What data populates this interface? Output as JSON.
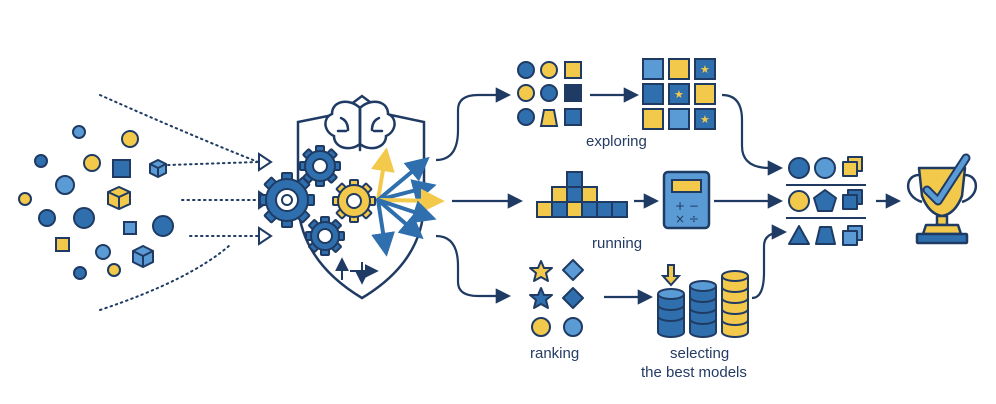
{
  "labels": {
    "exploring": "exploring",
    "running": "running",
    "ranking": "ranking",
    "selecting_line1": "selecting",
    "selecting_line2": "the best models"
  },
  "colors": {
    "navy": "#1f3b63",
    "blue": "#2f6fae",
    "light_blue": "#5b9bd5",
    "yellow": "#f3c94c",
    "dark_yellow": "#e6b53a",
    "white": "#ffffff"
  },
  "icons": [
    "scattered-shapes-icon",
    "dotted-arrows-icon",
    "shield-icon",
    "brain-icon",
    "gears-icon",
    "branching-arrows-icon",
    "shape-grid-icon",
    "star-grid-icon",
    "stacked-blocks-icon",
    "calculator-icon",
    "ranked-shapes-icon",
    "coin-stacks-icon",
    "sorted-results-icon",
    "trophy-icon"
  ]
}
